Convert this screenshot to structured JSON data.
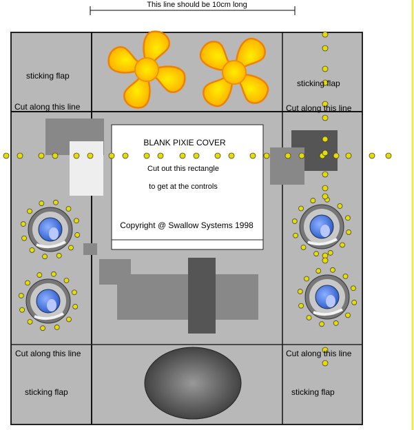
{
  "ruler_label": "This line should be 10cm long",
  "flaps": {
    "top_left": {
      "flap": "sticking flap",
      "cut": "Cut along this line"
    },
    "top_right": {
      "flap": "sticking flap",
      "cut": "Cut along this line"
    },
    "bottom_left": {
      "flap": "sticking flap",
      "cut": "Cut along this line"
    },
    "bottom_right": {
      "flap": "sticking flap",
      "cut": "Cut along this line"
    }
  },
  "cover": {
    "title": "BLANK PIXIE COVER",
    "line1": "Cut out this rectangle",
    "line2": "to get at the controls",
    "copyright": "Copyright @ Swallow Systems 1998"
  },
  "colors": {
    "panel": "#b8b8b8",
    "dot": "#e6dc00",
    "fan": "#ffc000",
    "knob": "#4a78e0"
  }
}
